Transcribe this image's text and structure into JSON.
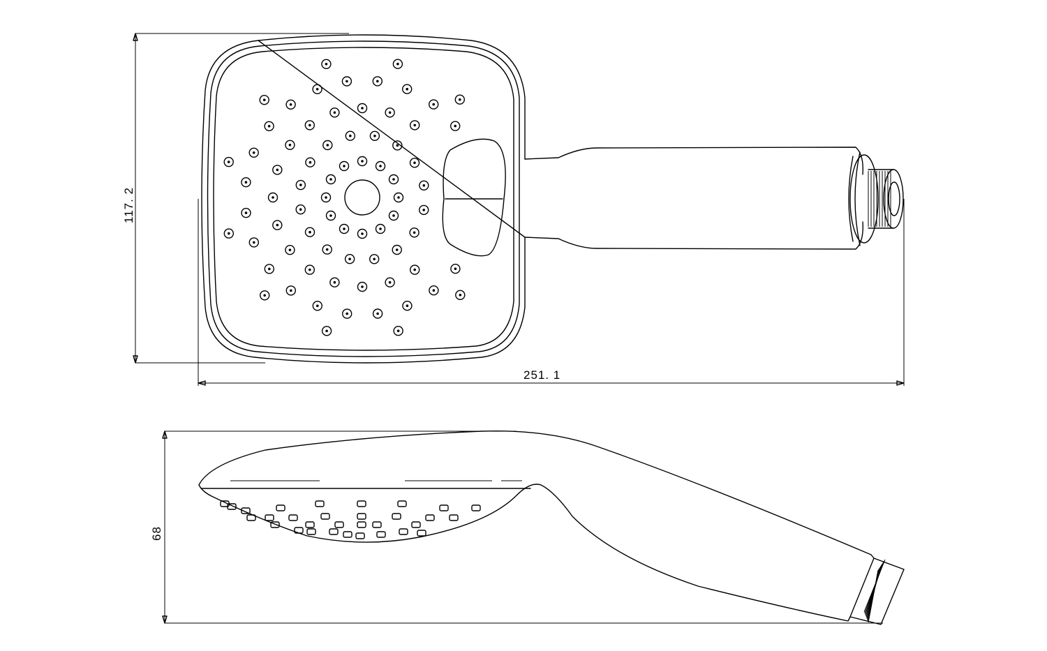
{
  "dimensions": {
    "height_label": "117. 2",
    "length_label": "251. 1",
    "side_depth_label": "68"
  },
  "views": {
    "front": "front-view",
    "side": "side-view"
  }
}
